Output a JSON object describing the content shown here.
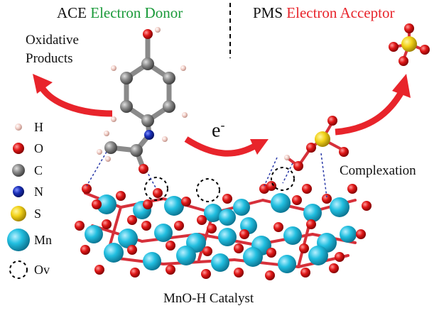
{
  "header": {
    "left_prefix": "ACE",
    "left_role": "Electron Donor",
    "right_prefix": "PMS",
    "right_role": "Electron Acceptor"
  },
  "labels": {
    "oxidative": "Oxidative",
    "products": "Products",
    "electron": "e",
    "electron_sign": "-",
    "complexation": "Complexation",
    "catalyst": "MnO-H Catalyst"
  },
  "legend": [
    {
      "symbol": "H",
      "color": "#f0c8c0"
    },
    {
      "symbol": "O",
      "color": "#e01818"
    },
    {
      "symbol": "C",
      "color": "#808080"
    },
    {
      "symbol": "N",
      "color": "#1a2fb8"
    },
    {
      "symbol": "S",
      "color": "#f2d21a"
    },
    {
      "symbol": "Mn",
      "color": "#20b8d8"
    },
    {
      "symbol": "Ov",
      "color": "#000000"
    }
  ],
  "colors": {
    "arrow": "#e8242b",
    "mn": "#20b8d8",
    "o": "#e01818",
    "s": "#f2d21a",
    "c": "#808080",
    "n": "#1a2fb8",
    "h": "#f0c8c0"
  }
}
